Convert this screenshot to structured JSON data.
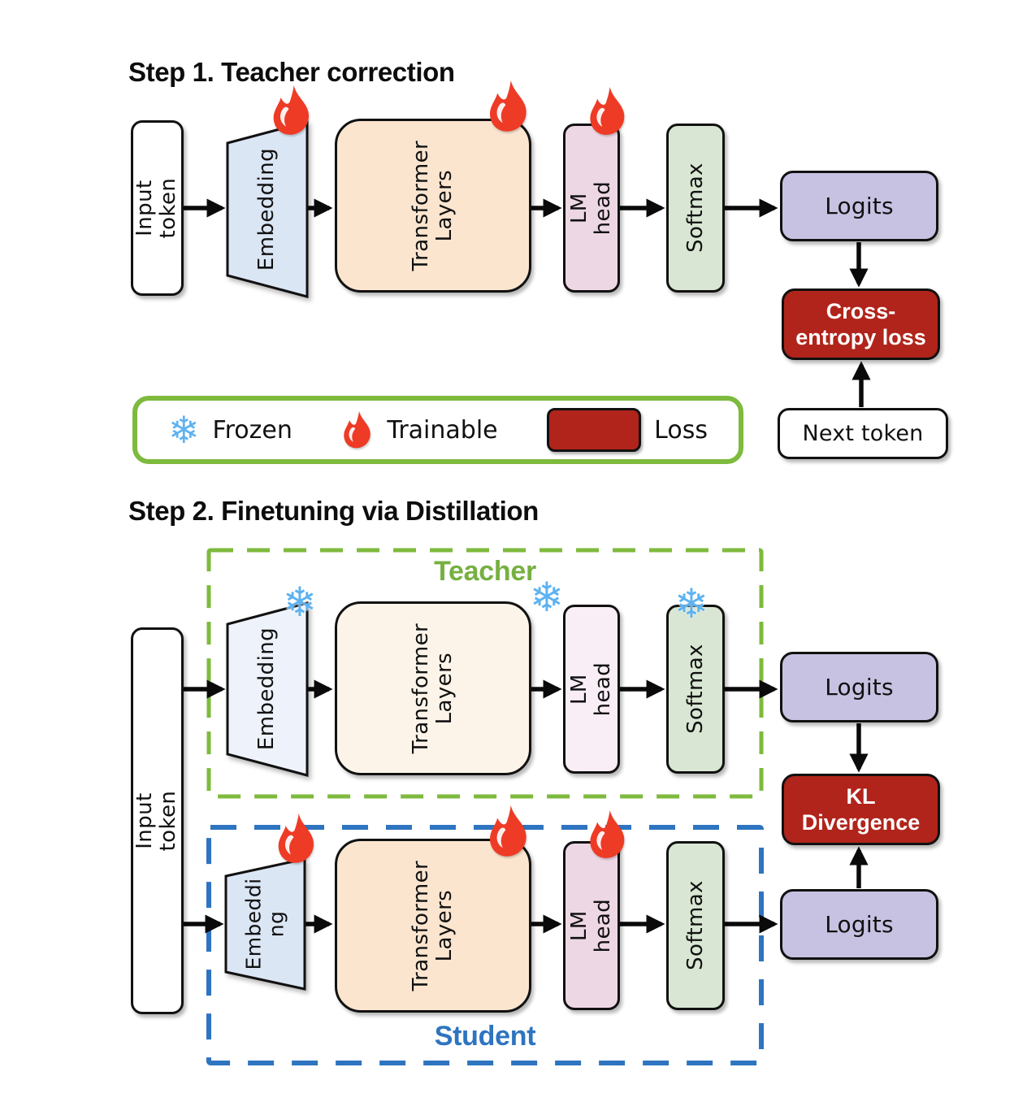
{
  "titles": {
    "step1": "Step 1. Teacher correction",
    "step2": "Step 2. Finetuning via Distillation"
  },
  "step1": {
    "input_token": "Input token",
    "embedding": "Embedding",
    "transformer": "Transformer\nLayers",
    "lm_head": "LM head",
    "softmax": "Softmax",
    "logits": "Logits",
    "cross_entropy": "Cross-\nentropy loss",
    "next_token": "Next token"
  },
  "legend": {
    "frozen": "Frozen",
    "trainable": "Trainable",
    "loss": "Loss"
  },
  "step2": {
    "teacher_label": "Teacher",
    "student_label": "Student",
    "input_token": "Input token",
    "teacher": {
      "embedding": "Embedding",
      "transformer": "Transformer\nLayers",
      "lm_head": "LM head",
      "softmax": "Softmax",
      "logits": "Logits"
    },
    "kl_divergence": "KL\nDivergence",
    "student": {
      "embedding": "Embeddi\nng",
      "transformer": "Transformer\nLayers",
      "lm_head": "LM head",
      "softmax": "Softmax",
      "logits": "Logits"
    }
  },
  "icons": {
    "snowflake_glyph": "❄",
    "snowflake_meaning": "Frozen",
    "flame_meaning": "Trainable"
  },
  "colors": {
    "peach": "#fbe5cf",
    "peach-light": "#fdf4e9",
    "blue-node": "#dbe6f5",
    "blue-node-light": "#eef3fb",
    "pink": "#eed7e4",
    "pink-light": "#f9eef5",
    "green-node": "#d9e6d3",
    "lavender": "#c7c2e2",
    "loss-red": "#b1241b",
    "legend-green": "#7eba3d",
    "teacher-green": "#76b041",
    "student-blue": "#2e74c0",
    "flame-red": "#ee3b26",
    "snow-blue": "#5db2f0"
  }
}
